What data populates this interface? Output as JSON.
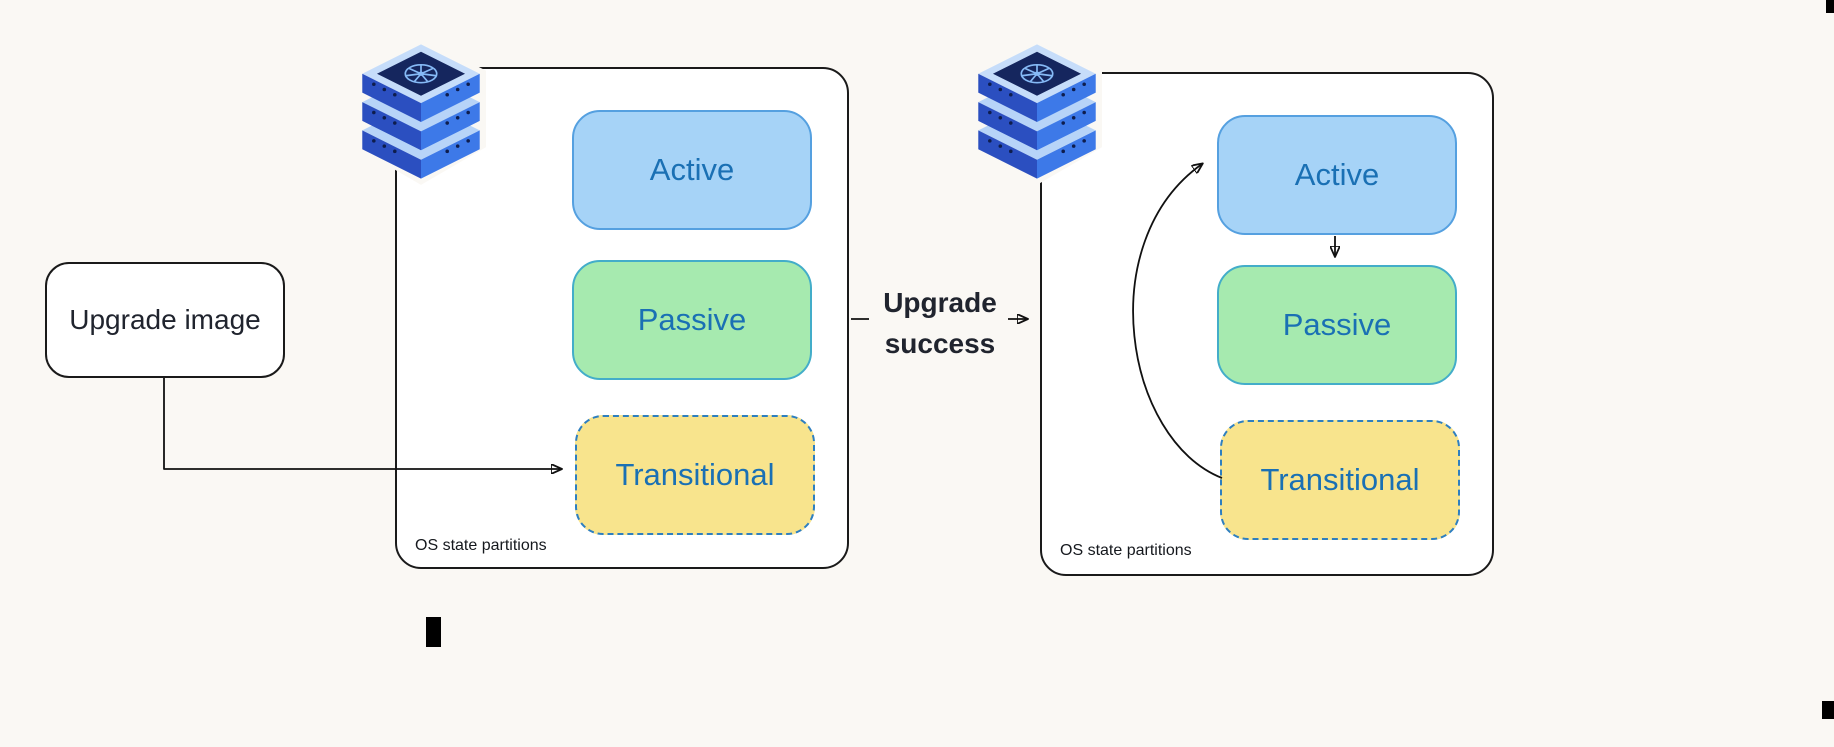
{
  "upgrade_image_box": {
    "label": "Upgrade image"
  },
  "transition": {
    "label": "Upgrade success"
  },
  "left_cluster": {
    "caption": "OS state partitions",
    "partitions": [
      {
        "label": "Active"
      },
      {
        "label": "Passive"
      },
      {
        "label": "Transitional"
      }
    ]
  },
  "right_cluster": {
    "caption": "OS state partitions",
    "partitions": [
      {
        "label": "Active"
      },
      {
        "label": "Passive"
      },
      {
        "label": "Transitional"
      }
    ]
  },
  "icons": {
    "left": "kubernetes-server-stack-icon",
    "right": "kubernetes-server-stack-icon"
  },
  "colors": {
    "canvas_bg": "#FAF8F4",
    "cluster_bg": "#FFFFFF",
    "border_dark": "#1A1A1A",
    "line": "#111111",
    "text_dark": "#20242E",
    "partition_text": "#1A70B4",
    "active_fill": "#A6D3F7",
    "active_border": "#55A0E0",
    "passive_fill": "#A6EAAF",
    "passive_border": "#43ADC9",
    "transitional_fill": "#F8E48D",
    "transitional_border": "#2E7FC0"
  }
}
